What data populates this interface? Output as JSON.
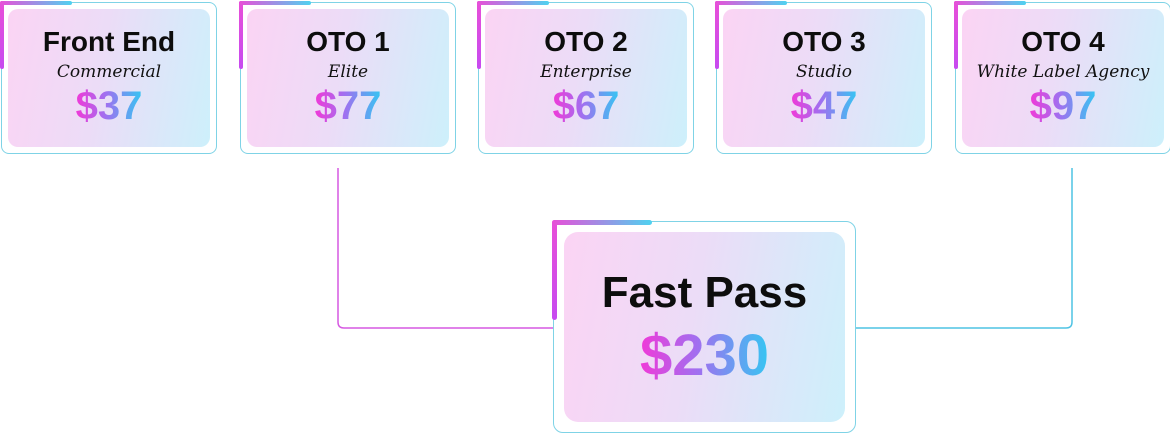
{
  "cards": [
    {
      "title": "Front End",
      "subtitle": "Commercial",
      "price": "$37"
    },
    {
      "title": "OTO 1",
      "subtitle": "Elite",
      "price": "$77"
    },
    {
      "title": "OTO 2",
      "subtitle": "Enterprise",
      "price": "$67"
    },
    {
      "title": "OTO 3",
      "subtitle": "Studio",
      "price": "$47"
    },
    {
      "title": "OTO 4",
      "subtitle": "White Label Agency",
      "price": "$97"
    }
  ],
  "bundle": {
    "title": "Fast Pass",
    "price": "$230"
  },
  "colors": {
    "accent_pink": "#e84fd8",
    "accent_cyan": "#4fd2f0",
    "border": "#7fd3e6",
    "text": "#0d0d0d"
  }
}
